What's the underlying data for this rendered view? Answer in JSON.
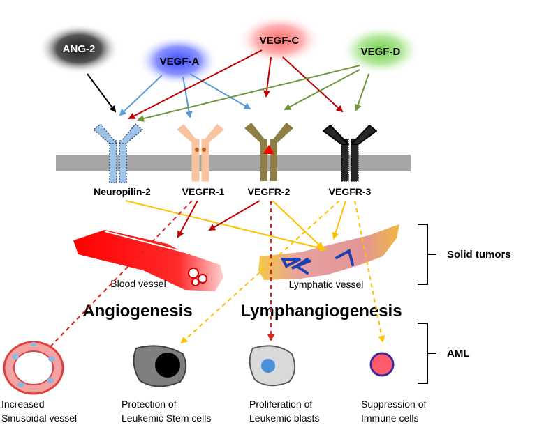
{
  "ligands": {
    "ang2": "ANG-2",
    "vegfa": "VEGF-A",
    "vegfc": "VEGF-C",
    "vegfd": "VEGF-D"
  },
  "receptors": {
    "nrp2": "Neuropilin-2",
    "vegfr1": "VEGFR-1",
    "vegfr2": "VEGFR-2",
    "vegfr3": "VEGFR-3"
  },
  "vessels": {
    "blood": "Blood vessel",
    "lymphatic": "Lymphatic  vessel"
  },
  "processes": {
    "angio": "Angiogenesis",
    "lymph": "Lymphangiogenesis"
  },
  "groups": {
    "solid": "Solid tumors",
    "aml": "AML"
  },
  "outcomes": {
    "o1": [
      "Increased",
      "Sinusoidal vessel"
    ],
    "o2": [
      "Protection of",
      "Leukemic Stem cells"
    ],
    "o3": [
      "Proliferation of",
      "Leukemic blasts"
    ],
    "o4": [
      "Suppression of",
      "Immune cells"
    ]
  },
  "colors": {
    "ang2": "#000000",
    "vegfa": "#5b9bd5",
    "vegfc": "#c00000",
    "vegfd": "#70963a",
    "vegfr3_output": "#ffc000",
    "membrane": "#a6a6a6"
  }
}
